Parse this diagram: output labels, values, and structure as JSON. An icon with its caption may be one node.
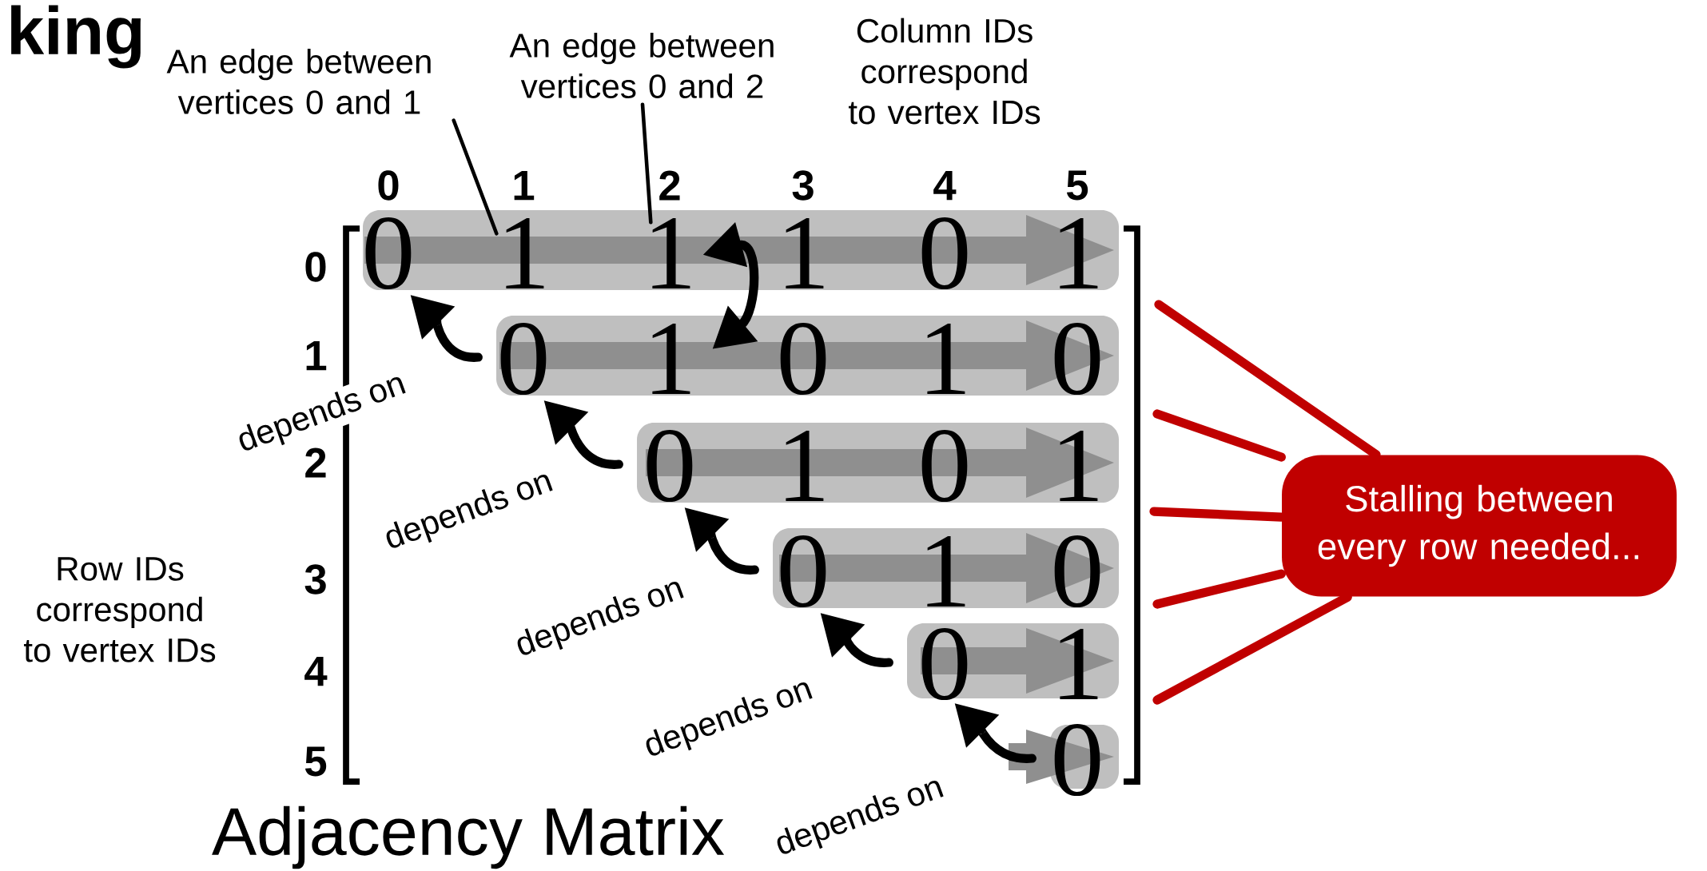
{
  "diagram": {
    "nodes": [
      {
        "text": [
          "0",
          "1",
          "1",
          "1",
          "0",
          "1"
        ]
      },
      {
        "text": [
          "0",
          "1",
          "0",
          "1",
          "0"
        ]
      },
      {
        "text": [
          "0",
          "1",
          "0",
          "1"
        ]
      },
      {
        "text": [
          "0",
          "1",
          "0"
        ]
      },
      {
        "text": [
          "0",
          "1"
        ]
      },
      {
        "text": [
          "0"
        ]
      },
      {
        "text": [
          "An edge between vertices 0 and 1"
        ]
      },
      {
        "text": [
          "An edge between vertices 0 and 2"
        ]
      },
      {
        "text": [
          "Stalling between every row needed..."
        ]
      }
    ],
    "edges": [
      {
        "from": 1,
        "to": 0,
        "arrow": "to",
        "label": "depends on"
      },
      {
        "from": 2,
        "to": 1,
        "arrow": "to",
        "label": "depends on"
      },
      {
        "from": 3,
        "to": 2,
        "arrow": "to",
        "label": "depends on"
      },
      {
        "from": 4,
        "to": 3,
        "arrow": "to",
        "label": "depends on"
      },
      {
        "from": 5,
        "to": 4,
        "arrow": "to",
        "label": "depends on"
      },
      {
        "from": 0,
        "to": 1,
        "arrow": "both"
      },
      {
        "from": 6,
        "to": 0,
        "arrow": "none"
      },
      {
        "from": 7,
        "to": 0,
        "arrow": "none"
      },
      {
        "from": 8,
        "to": null,
        "arrow": "none",
        "color": "#c00000"
      },
      {
        "from": 8,
        "to": null,
        "arrow": "none",
        "color": "#c00000"
      },
      {
        "from": 8,
        "to": null,
        "arrow": "none",
        "color": "#c00000"
      },
      {
        "from": 8,
        "to": null,
        "arrow": "none",
        "color": "#c00000"
      },
      {
        "from": 8,
        "to": null,
        "arrow": "none",
        "color": "#c00000"
      }
    ],
    "labels": [
      "king",
      "Column IDs correspond to vertex IDs",
      "0",
      "1",
      "2",
      "3",
      "4",
      "5",
      "0",
      "1",
      "2",
      "3",
      "4",
      "5",
      "Row IDs correspond to vertex IDs",
      "Adjacency Matrix"
    ]
  }
}
